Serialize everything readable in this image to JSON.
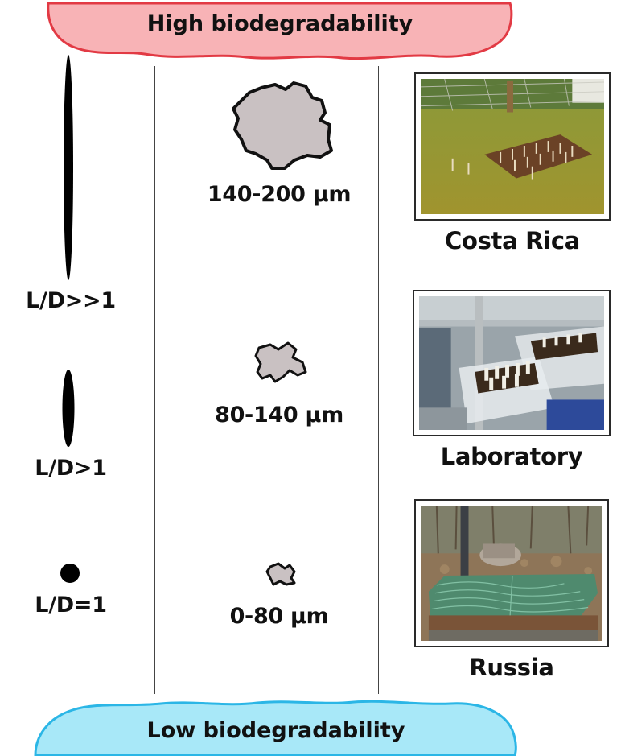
{
  "banners": {
    "top": {
      "text": "High biodegradability",
      "fill": "#f8b3b6",
      "stroke": "#e23a44"
    },
    "bottom": {
      "text": "Low biodegradability",
      "fill": "#a8e8f8",
      "stroke": "#2bb6e6"
    }
  },
  "aspect_ratios": [
    {
      "label": "L/D>>1"
    },
    {
      "label": "L/D>1"
    },
    {
      "label": "L/D=1"
    }
  ],
  "particle_sizes": [
    {
      "label": "140-200 µm"
    },
    {
      "label": "80-140 µm"
    },
    {
      "label": "0-80 µm"
    }
  ],
  "sites": [
    {
      "label": "Costa Rica"
    },
    {
      "label": "Laboratory"
    },
    {
      "label": "Russia"
    }
  ],
  "colors": {
    "particle_fill": "#c9c1c2",
    "particle_stroke": "#111111"
  }
}
